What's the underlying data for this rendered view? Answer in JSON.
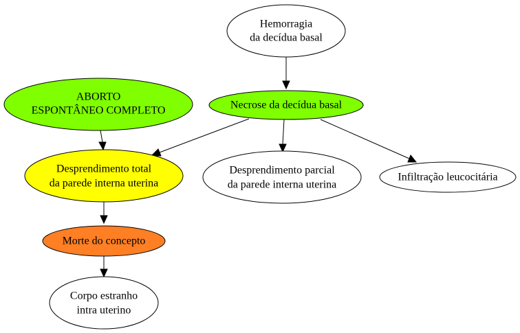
{
  "diagram": {
    "nodes": {
      "hemorragia": {
        "lines": [
          "Hemorragia",
          "da decídua basal"
        ],
        "fill": "#ffffff"
      },
      "necrose": {
        "lines": [
          "Necrose da decídua basal"
        ],
        "fill": "#7fff00"
      },
      "aborto": {
        "lines": [
          "ABORTO",
          "ESPONTÂNEO COMPLETO"
        ],
        "fill": "#7fff00"
      },
      "desp_total": {
        "lines": [
          "Desprendimento total",
          "da parede interna uterina"
        ],
        "fill": "#ffff00"
      },
      "desp_parcial": {
        "lines": [
          "Desprendimento parcial",
          "da parede interna uterina"
        ],
        "fill": "#ffffff"
      },
      "infiltracao": {
        "lines": [
          "Infiltração leucocitária"
        ],
        "fill": "#ffffff"
      },
      "morte": {
        "lines": [
          "Morte do concepto"
        ],
        "fill": "#ff7f24"
      },
      "corpo": {
        "lines": [
          "Corpo estranho",
          "intra uterino"
        ],
        "fill": "#ffffff"
      }
    },
    "edges": [
      {
        "from": "hemorragia",
        "to": "necrose"
      },
      {
        "from": "necrose",
        "to": "desp_total"
      },
      {
        "from": "necrose",
        "to": "desp_parcial"
      },
      {
        "from": "necrose",
        "to": "infiltracao"
      },
      {
        "from": "aborto",
        "to": "desp_total"
      },
      {
        "from": "desp_total",
        "to": "morte"
      },
      {
        "from": "morte",
        "to": "corpo"
      }
    ]
  }
}
